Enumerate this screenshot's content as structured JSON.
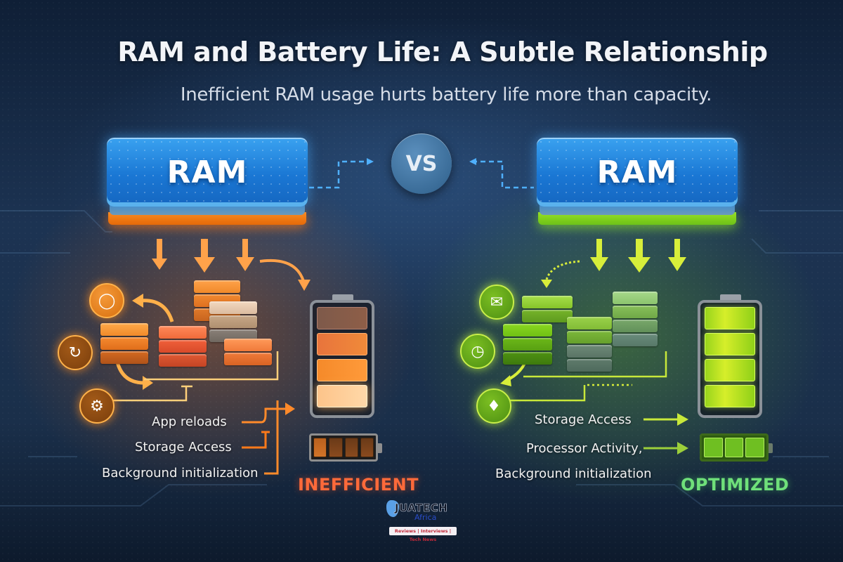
{
  "header": {
    "title": "RAM and Battery Life: A Subtle Relationship",
    "subtitle": "Inefficient RAM usage hurts battery life more than capacity."
  },
  "comparison": {
    "vs_label": "VS",
    "left": {
      "module_label": "RAM",
      "accent_color": "#ff7a1a",
      "icons": [
        "chat-bubble-icon",
        "sync-icon",
        "settings-gear-icon"
      ],
      "flow_labels": [
        "App reloads",
        "Storage Access",
        "Background initialization"
      ],
      "battery_cells_lit": 3,
      "status": "INEFFICIENT",
      "status_color": "#ff6a3a"
    },
    "right": {
      "module_label": "RAM",
      "accent_color": "#8fd41c",
      "icons": [
        "mail-icon",
        "gauge-icon",
        "robot-icon"
      ],
      "flow_labels": [
        "Storage Access",
        "Processor Activity,",
        "Background initialization"
      ],
      "battery_cells_lit": 4,
      "status": "OPTIMIZED",
      "status_color": "#6fe07a"
    }
  },
  "watermark": {
    "brand": "JUATECH",
    "sub_brand": "Africa",
    "tagline": "Reviews | Interviews | Tech News"
  }
}
